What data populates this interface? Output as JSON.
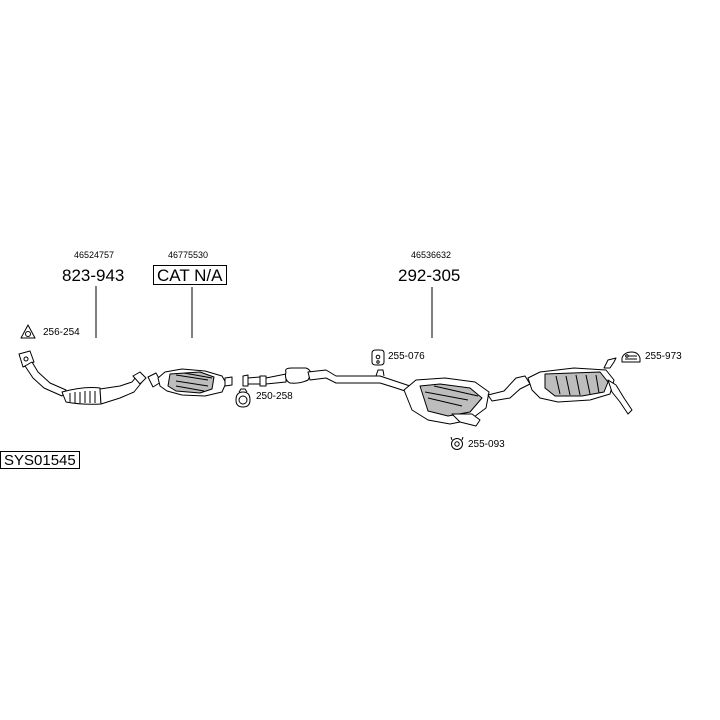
{
  "system_code": "SYS01545",
  "parts": [
    {
      "oe_number": "46524757",
      "part_number": "823-943"
    },
    {
      "oe_number": "46775530",
      "part_number": "CAT N/A"
    },
    {
      "oe_number": "46536632",
      "part_number": "292-305"
    }
  ],
  "accessories": [
    "256-254",
    "250-258",
    "255-076",
    "255-093",
    "255-973"
  ],
  "colors": {
    "line": "#000000",
    "part_fill": "#ffffff",
    "shade": "#bdbdbd"
  }
}
